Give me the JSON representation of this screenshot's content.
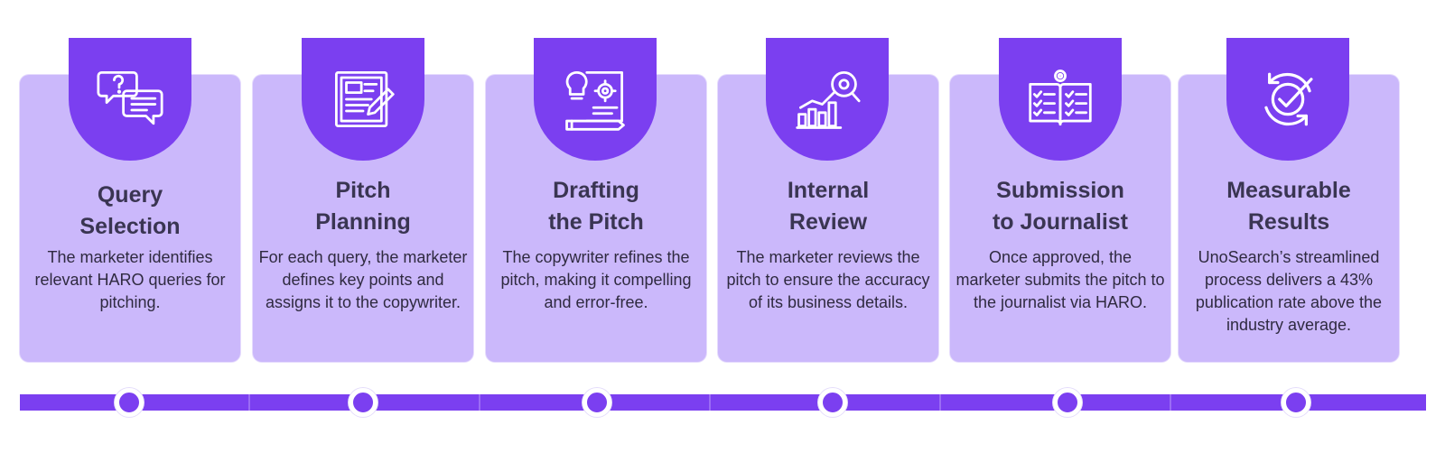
{
  "steps": [
    {
      "title_line1": "Query",
      "title_line2": "Selection",
      "description": "The marketer identifies relevant HARO queries for pitching.",
      "icon": "chat-question-icon"
    },
    {
      "title_line1": "Pitch",
      "title_line2": "Planning",
      "description": "For each query, the marketer defines key points and assigns it to the copywriter.",
      "icon": "document-pencil-icon"
    },
    {
      "title_line1": "Drafting",
      "title_line2": "the Pitch",
      "description": "The copywriter refines the pitch, making it compelling and error-free.",
      "icon": "lightbulb-gear-icon"
    },
    {
      "title_line1": "Internal",
      "title_line2": "Review",
      "description": "The marketer reviews the pitch to ensure the accuracy of its business details.",
      "icon": "chart-magnifier-icon"
    },
    {
      "title_line1": "Submission",
      "title_line2": "to Journalist",
      "description": "Once approved, the marketer submits the pitch to the journalist via HARO.",
      "icon": "book-checklist-icon"
    },
    {
      "title_line1": "Measurable",
      "title_line2": "Results",
      "description": "UnoSearch’s streamlined process delivers a 43% publication rate above the industry average.",
      "icon": "cycle-check-icon"
    }
  ],
  "colors": {
    "accent": "#7b3ff0",
    "card": "#cbb8fb",
    "title": "#3a3552",
    "text": "#2f2a40"
  }
}
